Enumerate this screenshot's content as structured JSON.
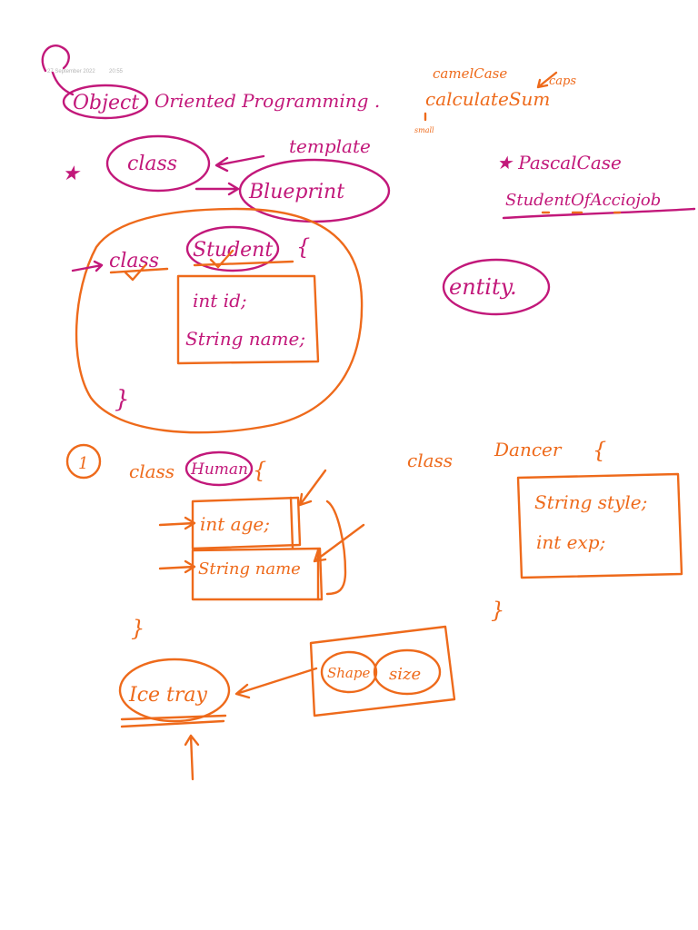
{
  "header": {
    "date": "27 September 2022",
    "time": "20:55"
  },
  "notes": {
    "title_word1": "Object",
    "title_rest": "Oriented Programming .",
    "star": "★",
    "class_word": "class",
    "template_label": "template",
    "blueprint_label": "Blueprint",
    "camel_case": "camelCase",
    "caps_label": "caps",
    "calculate_sum": "calculateSum",
    "small_label": "small",
    "pascal_case": "★ PascalCase",
    "student_of_acciojob": "StudentOfAcciojob",
    "entity_label": "entity.",
    "student_class": {
      "keyword": "class",
      "name": "Student",
      "open": "{",
      "fields": [
        "int id;",
        "String name;"
      ],
      "close": "}"
    },
    "example_number": "1",
    "human_class": {
      "keyword": "class",
      "name": "Human",
      "open": "{",
      "fields": [
        "int age;",
        "String name"
      ],
      "close": "}"
    },
    "dancer_class": {
      "keyword": "class",
      "name": "Dancer",
      "open": "{",
      "fields": [
        "String style;",
        "int exp;"
      ],
      "close": "}"
    },
    "ice_tray": "Ice tray",
    "shape_label": "Shape",
    "size_label": "size"
  },
  "colors": {
    "magenta": "#c2187a",
    "orange": "#ee6a1b",
    "stamp": "#b5b5b5"
  }
}
